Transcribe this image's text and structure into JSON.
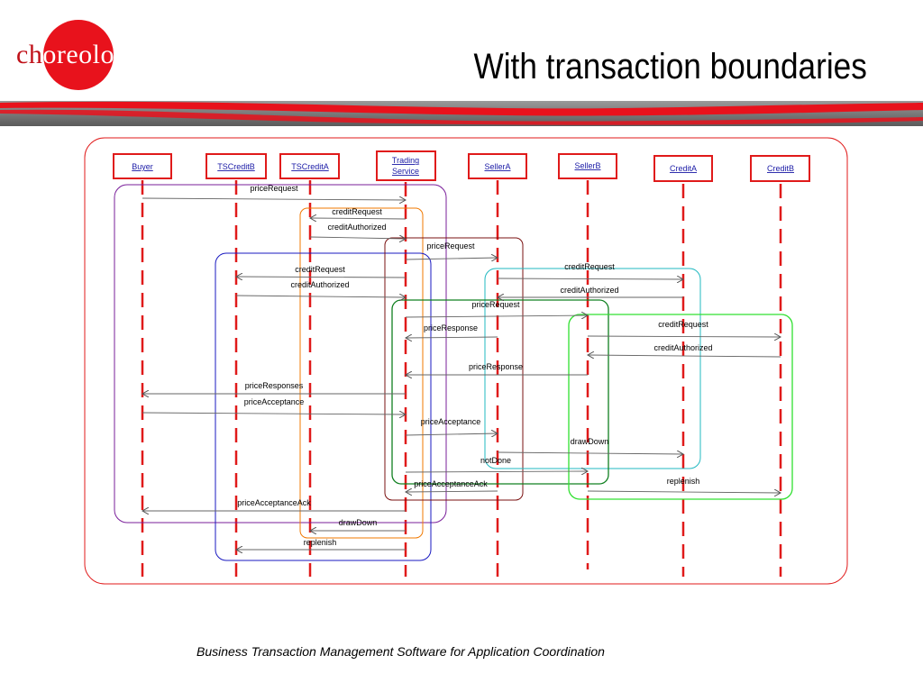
{
  "logo": {
    "prefix": "ch",
    "rest": "oreology"
  },
  "title": "With transaction boundaries",
  "footer": "Business Transaction Management Software for Application Coordination",
  "colors": {
    "brand_red": "#e8121c",
    "band_gray": "#7a7a7a"
  },
  "participants": {
    "buyer": "Buyer",
    "tscreditb": "TSCreditB",
    "tscredita": "TSCreditA",
    "trading_1": "Trading",
    "trading_2": "Service",
    "sellera": "SellerA",
    "sellerb": "SellerB",
    "credita": "CreditA",
    "creditb": "CreditB"
  },
  "messages": {
    "m1": "priceRequest",
    "m2": "creditRequest",
    "m3": "creditAuthorized",
    "m4": "priceRequest",
    "m5": "creditRequest",
    "m6": "creditRequest",
    "m7": "creditAuthorized",
    "m8": "creditAuthorized",
    "m9": "priceRequest",
    "m10": "priceResponse",
    "m11": "creditRequest",
    "m12": "creditAuthorized",
    "m13": "priceResponse",
    "m14": "priceResponses",
    "m15": "priceAcceptance",
    "m16": "priceAcceptance",
    "m17": "drawDown",
    "m18": "notDone",
    "m19": "replenish",
    "m20": "priceAcceptanceAck",
    "m21": "priceAcceptanceAck",
    "m22": "drawDown",
    "m23": "replenish"
  }
}
